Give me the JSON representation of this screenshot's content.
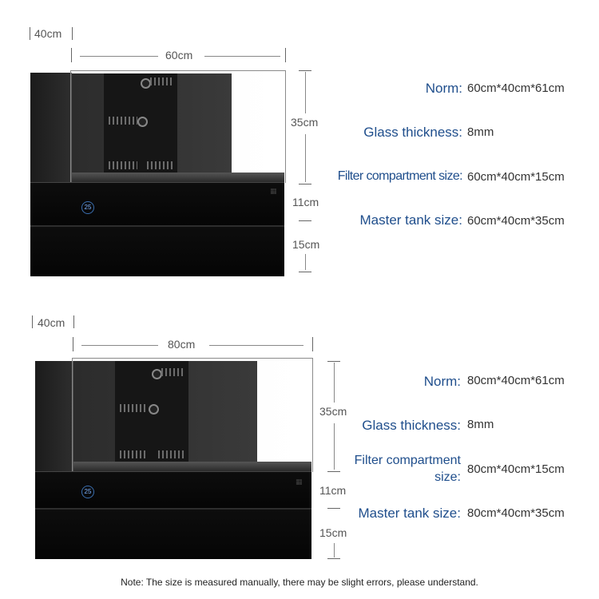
{
  "tanks": [
    {
      "depth_label": "40cm",
      "width_label": "60cm",
      "height_main": "35cm",
      "height_filter": "11cm",
      "height_base": "15cm",
      "display_text": "25",
      "specs": [
        {
          "label": "Norm:",
          "value": "60cm*40cm*61cm"
        },
        {
          "label": "Glass thickness:",
          "value": "8mm"
        },
        {
          "label": "Filter compartment size:",
          "value": "60cm*40cm*15cm"
        },
        {
          "label": "Master tank size:",
          "value": "60cm*40cm*35cm"
        }
      ]
    },
    {
      "depth_label": "40cm",
      "width_label": "80cm",
      "height_main": "35cm",
      "height_filter": "11cm",
      "height_base": "15cm",
      "display_text": "25",
      "specs": [
        {
          "label": "Norm:",
          "value": "80cm*40cm*61cm"
        },
        {
          "label": "Glass thickness:",
          "value": "8mm"
        },
        {
          "label": "Filter compartment size:",
          "value": "80cm*40cm*15cm"
        },
        {
          "label": "Master tank size:",
          "value": "80cm*40cm*35cm"
        }
      ]
    }
  ],
  "note": "Note: The size is measured manually, there may be slight errors, please understand."
}
